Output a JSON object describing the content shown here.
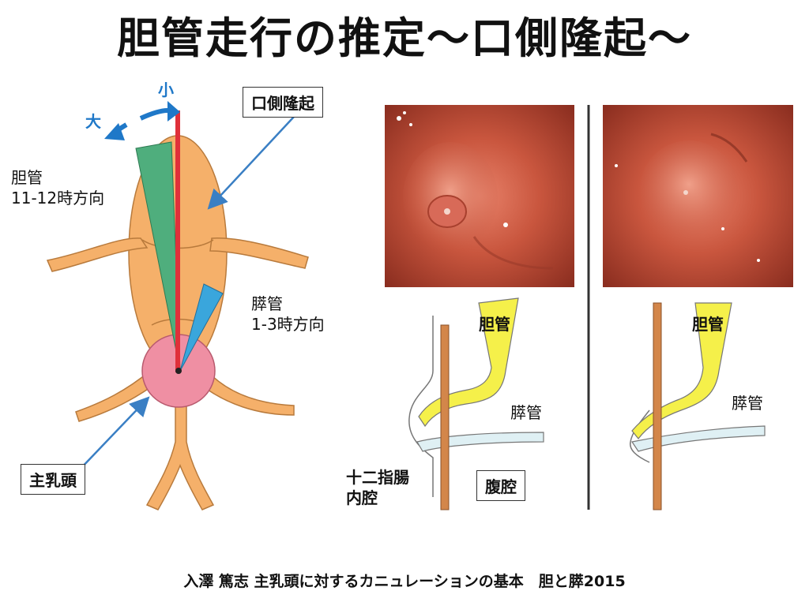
{
  "title": "胆管走行の推定～口側隆起～",
  "labels": {
    "oral_bulge": "口側隆起",
    "small": "小",
    "large": "大",
    "bile_duct_line1": "胆管",
    "bile_duct_line2": "11-12時方向",
    "pancreatic_duct_line1": "膵管",
    "pancreatic_duct_line2": "1-3時方向",
    "main_papilla": "主乳頭",
    "schema1_bile": "胆管",
    "schema1_pancreatic": "膵管",
    "lumen_line1": "十二指腸",
    "lumen_line2": "内腔",
    "abdominal_cavity": "腹腔",
    "schema2_bile": "胆管",
    "schema2_pancreatic": "膵管"
  },
  "citation": "入澤 篤志 主乳頭に対するカニュレーションの基本　胆と膵2015",
  "colors": {
    "papilla_body": "#f5b06a",
    "papilla_orifice": "#ef8fa3",
    "bile_axis": "#e0303a",
    "bile_sector": "#4fae7d",
    "pancreatic_sector": "#3aa6dc",
    "annotation_arrow": "#3a7fc4",
    "duct_yellow": "#f5f04a",
    "duodenal_wall": "#d3864a",
    "endoscopy_bg": "#c8563c"
  }
}
